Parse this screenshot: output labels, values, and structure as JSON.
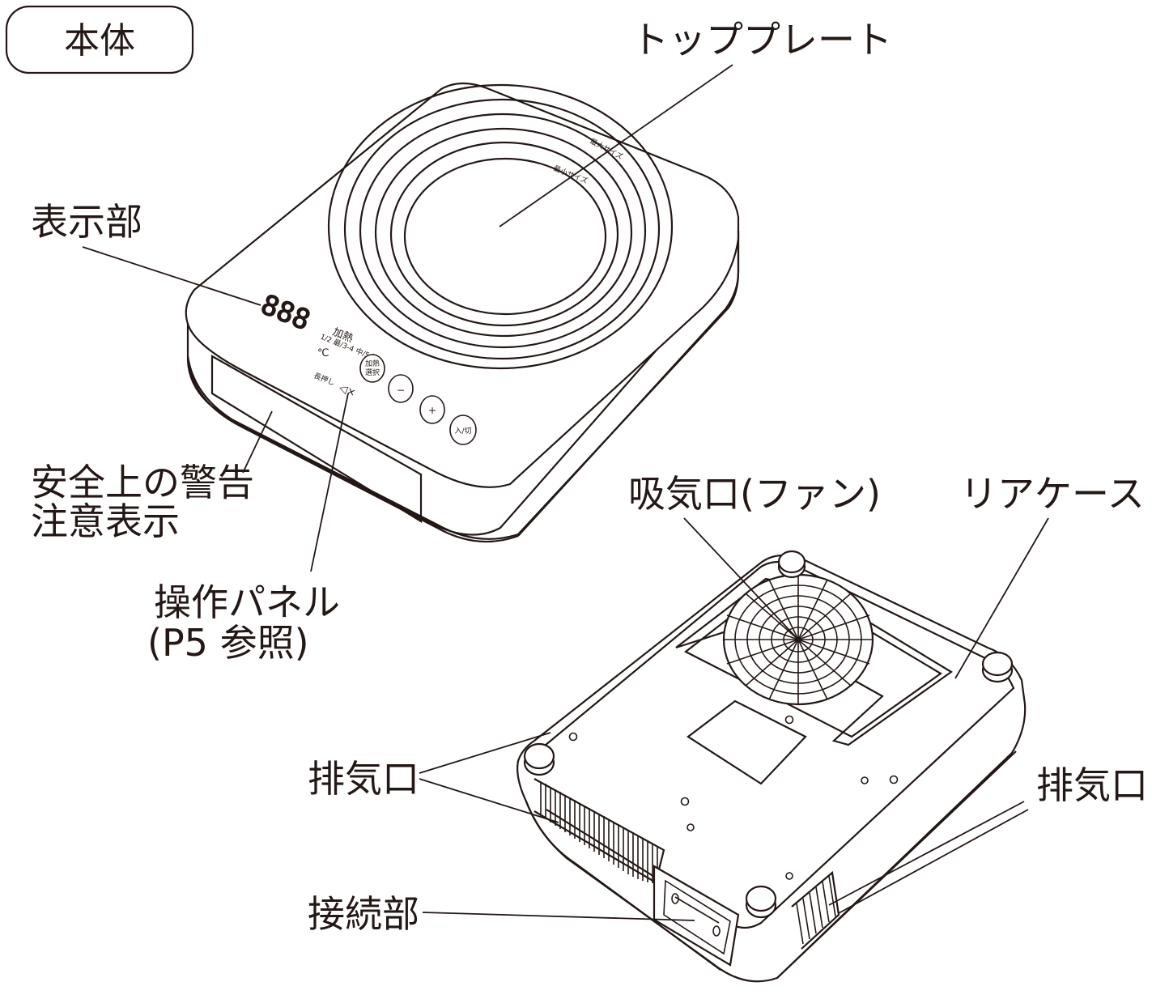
{
  "title": "本体",
  "labels": {
    "top_plate": "トッププレート",
    "display": "表示部",
    "safety_line1": "安全上の警告",
    "safety_line2": "注意表示",
    "panel_line1": "操作パネル",
    "panel_line2": "(P5 参照)",
    "intake": "吸気口(ファン)",
    "rear_case": "リアケース",
    "exhaust_left": "排気口",
    "exhaust_right": "排気口",
    "connector": "接続部"
  },
  "plate_markings": {
    "max_size": "最大サイズ",
    "min_size": "最小サイズ"
  },
  "control_panel": {
    "display_digits": "888",
    "mode_label": "加熱",
    "level_scale": "1/2 最/3-4 中/5 強",
    "unit": "℃",
    "long_press": "長押し",
    "lock_symbol": "◁×",
    "heat_button_line1": "加熱",
    "heat_button_line2": "選択",
    "minus_button": "−",
    "plus_button": "+",
    "power_button": "入/切"
  }
}
